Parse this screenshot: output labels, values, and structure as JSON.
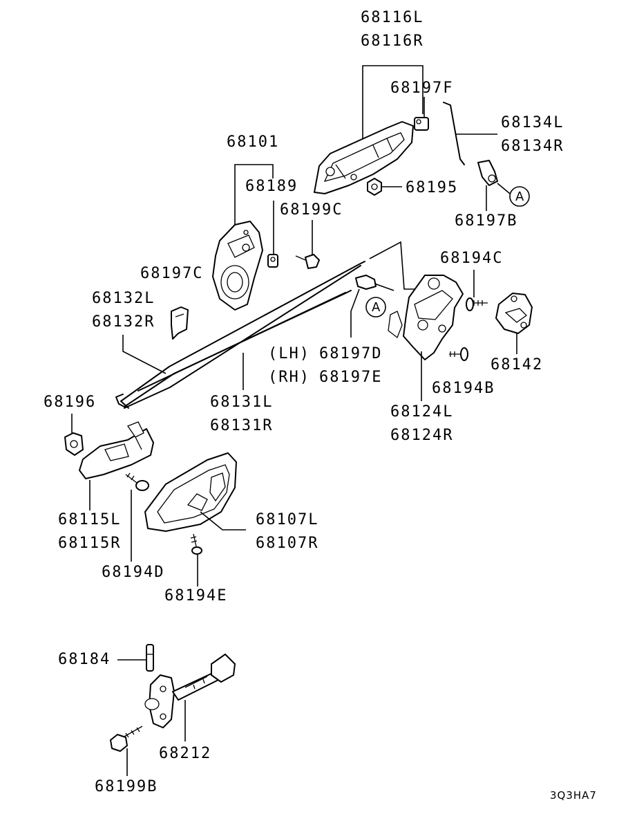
{
  "diagram_code": "3Q3HA7",
  "callouts": {
    "a_ref": "A"
  },
  "labels": {
    "p68116L": "68116L",
    "p68116R": "68116R",
    "p68197F": "68197F",
    "p68134L": "68134L",
    "p68134R": "68134R",
    "p68101": "68101",
    "p68189": "68189",
    "p68195": "68195",
    "p68199C": "68199C",
    "p68197B": "68197B",
    "p68197C": "68197C",
    "p68194C": "68194C",
    "p68132L": "68132L",
    "p68132R": "68132R",
    "p68142": "68142",
    "lh": "(LH)",
    "p68197D": "68197D",
    "rh": "(RH)",
    "p68197E": "68197E",
    "p68194B": "68194B",
    "p68196": "68196",
    "p68131L": "68131L",
    "p68131R": "68131R",
    "p68124L": "68124L",
    "p68124R": "68124R",
    "p68115L": "68115L",
    "p68115R": "68115R",
    "p68107L": "68107L",
    "p68107R": "68107R",
    "p68194D": "68194D",
    "p68194E": "68194E",
    "p68184": "68184",
    "p68212": "68212",
    "p68199B": "68199B"
  }
}
